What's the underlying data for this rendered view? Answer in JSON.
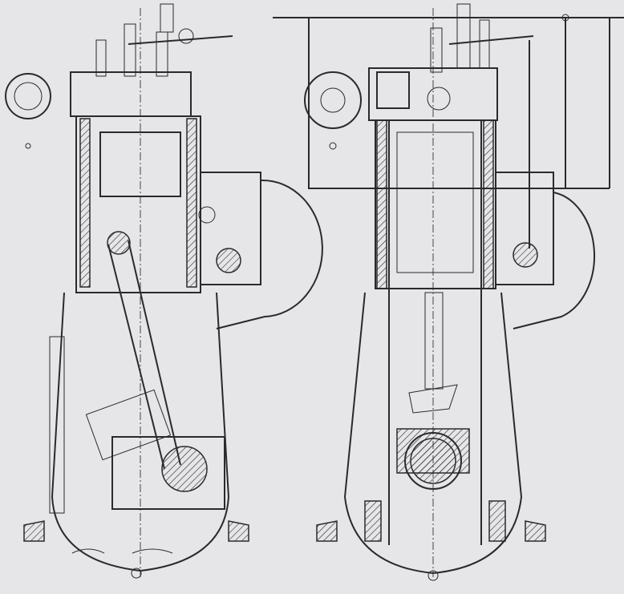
{
  "drawing": {
    "subject": "engine-cross-sections",
    "views": [
      "transverse-section",
      "longitudinal-section"
    ],
    "colors": {
      "paper": "#e6e6e8",
      "ink": "#2a2a2e"
    }
  }
}
